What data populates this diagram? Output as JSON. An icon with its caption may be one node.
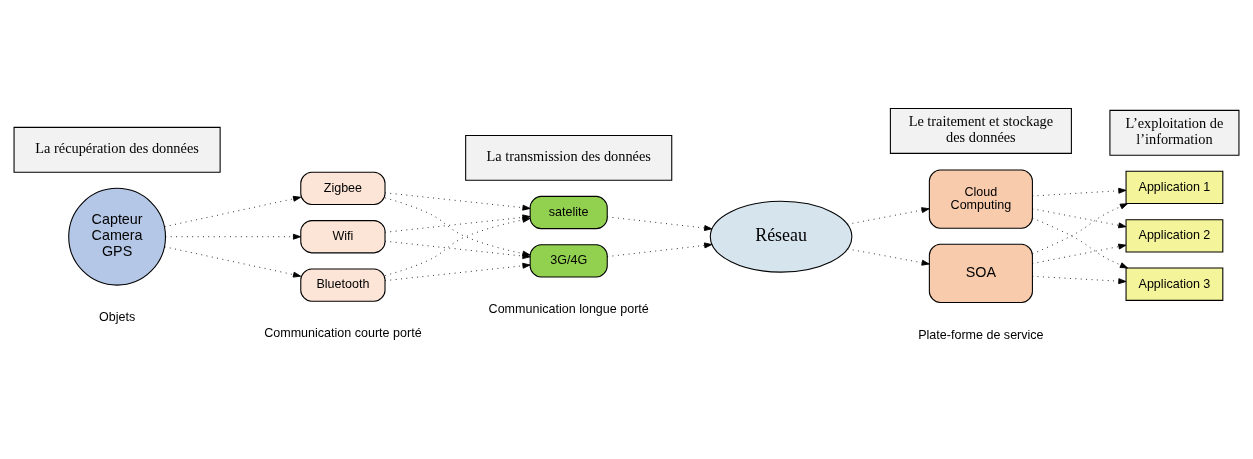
{
  "diagram": {
    "nodes": [
      {
        "text": [
          "Capteur Camera GPS"
        ]
      },
      {
        "text": [
          "Zigbee"
        ]
      },
      {
        "text": [
          "Wifi"
        ]
      },
      {
        "text": [
          "Bluetooth"
        ]
      },
      {
        "text": [
          "satelite"
        ]
      },
      {
        "text": [
          "3G/4G"
        ]
      },
      {
        "text": [
          "Réseau"
        ]
      },
      {
        "text": [
          "Cloud Computing"
        ]
      },
      {
        "text": [
          "SOA"
        ]
      },
      {
        "text": [
          "Application 1"
        ]
      },
      {
        "text": [
          "Application 2"
        ]
      },
      {
        "text": [
          "Application 3"
        ]
      },
      {
        "text": [
          "La récupération des données"
        ]
      },
      {
        "text": [
          "La transmission des données"
        ]
      },
      {
        "text": [
          "Le traitement et stockage  des données"
        ]
      },
      {
        "text": [
          "L’exploitation de l’information"
        ]
      }
    ],
    "edges": [
      {
        "from": 0,
        "to": 1,
        "arrow": "to"
      },
      {
        "from": 0,
        "to": 2,
        "arrow": "to"
      },
      {
        "from": 0,
        "to": 3,
        "arrow": "to"
      },
      {
        "from": 1,
        "to": 4,
        "arrow": "to"
      },
      {
        "from": 2,
        "to": 4,
        "arrow": "to"
      },
      {
        "from": 3,
        "to": 4,
        "arrow": "to"
      },
      {
        "from": 1,
        "to": 5,
        "arrow": "to"
      },
      {
        "from": 2,
        "to": 5,
        "arrow": "to"
      },
      {
        "from": 3,
        "to": 5,
        "arrow": "to"
      },
      {
        "from": 4,
        "to": 6,
        "arrow": "to"
      },
      {
        "from": 5,
        "to": 6,
        "arrow": "to"
      },
      {
        "from": 6,
        "to": 7,
        "arrow": "to"
      },
      {
        "from": 6,
        "to": 8,
        "arrow": "to"
      },
      {
        "from": 7,
        "to": 9,
        "arrow": "to"
      },
      {
        "from": 7,
        "to": 10,
        "arrow": "to"
      },
      {
        "from": 7,
        "to": 11,
        "arrow": "to"
      },
      {
        "from": 8,
        "to": 9,
        "arrow": "to"
      },
      {
        "from": 8,
        "to": 10,
        "arrow": "to"
      },
      {
        "from": 8,
        "to": 11,
        "arrow": "to"
      }
    ],
    "labels": [
      "Objets",
      "Communication courte porté",
      "Communication longue porté",
      "Plate-forme de service"
    ]
  }
}
